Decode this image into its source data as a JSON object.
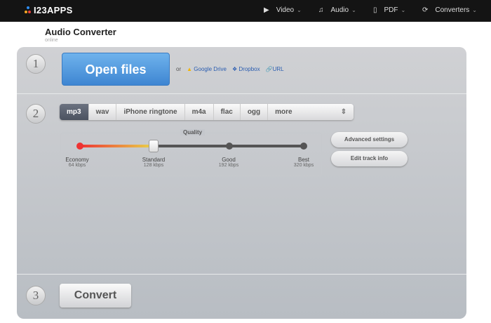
{
  "header": {
    "logo": "I23APPS",
    "nav": [
      {
        "label": "Video",
        "icon": "play-icon"
      },
      {
        "label": "Audio",
        "icon": "music-icon"
      },
      {
        "label": "PDF",
        "icon": "file-icon"
      },
      {
        "label": "Converters",
        "icon": "refresh-icon"
      }
    ]
  },
  "page": {
    "title": "Audio Converter",
    "subtitle": "online"
  },
  "step1": {
    "num": "1",
    "open_label": "Open files",
    "or": "or",
    "google": "Google Drive",
    "dropbox": "Dropbox",
    "url": "URL"
  },
  "step2": {
    "num": "2",
    "formats": [
      "mp3",
      "wav",
      "iPhone ringtone",
      "m4a",
      "flac",
      "ogg",
      "more"
    ],
    "selected": "mp3",
    "quality": {
      "label": "Quality",
      "value_kbps": 128,
      "levels": [
        {
          "name": "Economy",
          "rate": "64 kbps"
        },
        {
          "name": "Standard",
          "rate": "128 kbps"
        },
        {
          "name": "Good",
          "rate": "192 kbps"
        },
        {
          "name": "Best",
          "rate": "320 kbps"
        }
      ]
    },
    "advanced": "Advanced settings",
    "edit": "Edit track info"
  },
  "step3": {
    "num": "3",
    "convert": "Convert"
  }
}
